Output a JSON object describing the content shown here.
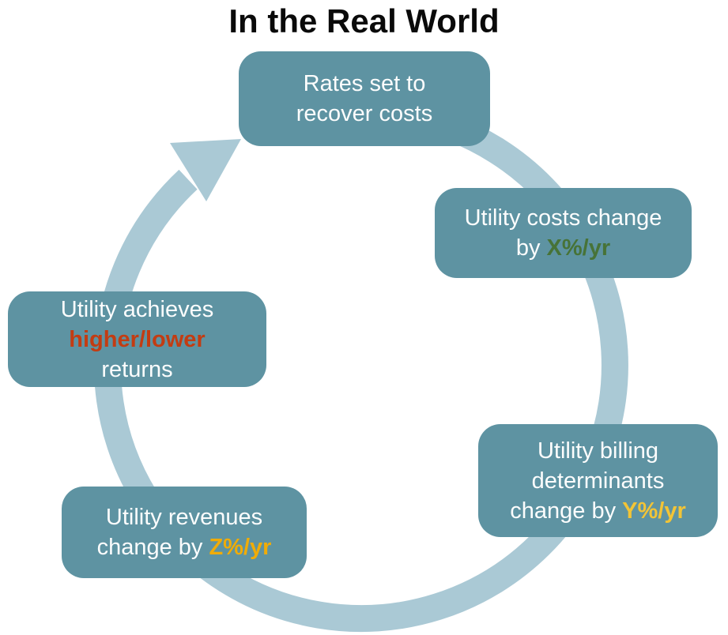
{
  "title": "In the Real World",
  "colors": {
    "background": "#FFFFFF",
    "title": "#0A0A0A",
    "node_fill": "#5E93A2",
    "node_text": "#FCFDFD",
    "ring": "#AAC9D5",
    "accent_green": "#477337",
    "accent_yellow": "#F2C436",
    "accent_amber": "#F0AC07",
    "accent_red": "#C33C12"
  },
  "nodes": [
    {
      "name": "rates-set-to-recover-costs",
      "lines": [
        "Rates set to",
        "recover costs"
      ]
    },
    {
      "name": "utility-costs-change",
      "lines": [
        "Utility costs change",
        {
          "parts": [
            {
              "text": "by "
            },
            {
              "text": "X%/yr",
              "accent": "accent_green"
            }
          ]
        }
      ]
    },
    {
      "name": "utility-billing-determinants-change",
      "lines": [
        "Utility billing",
        "determinants",
        {
          "parts": [
            {
              "text": "change by "
            },
            {
              "text": "Y%/yr",
              "accent": "accent_yellow"
            }
          ]
        }
      ]
    },
    {
      "name": "utility-revenues-change",
      "lines": [
        "Utility revenues",
        {
          "parts": [
            {
              "text": "change by "
            },
            {
              "text": "Z%/yr",
              "accent": "accent_amber"
            }
          ]
        }
      ]
    },
    {
      "name": "utility-achieves-returns",
      "lines": [
        "Utility achieves",
        {
          "parts": [
            {
              "text": "higher/lower",
              "accent": "accent_red"
            }
          ]
        },
        "returns"
      ]
    }
  ]
}
